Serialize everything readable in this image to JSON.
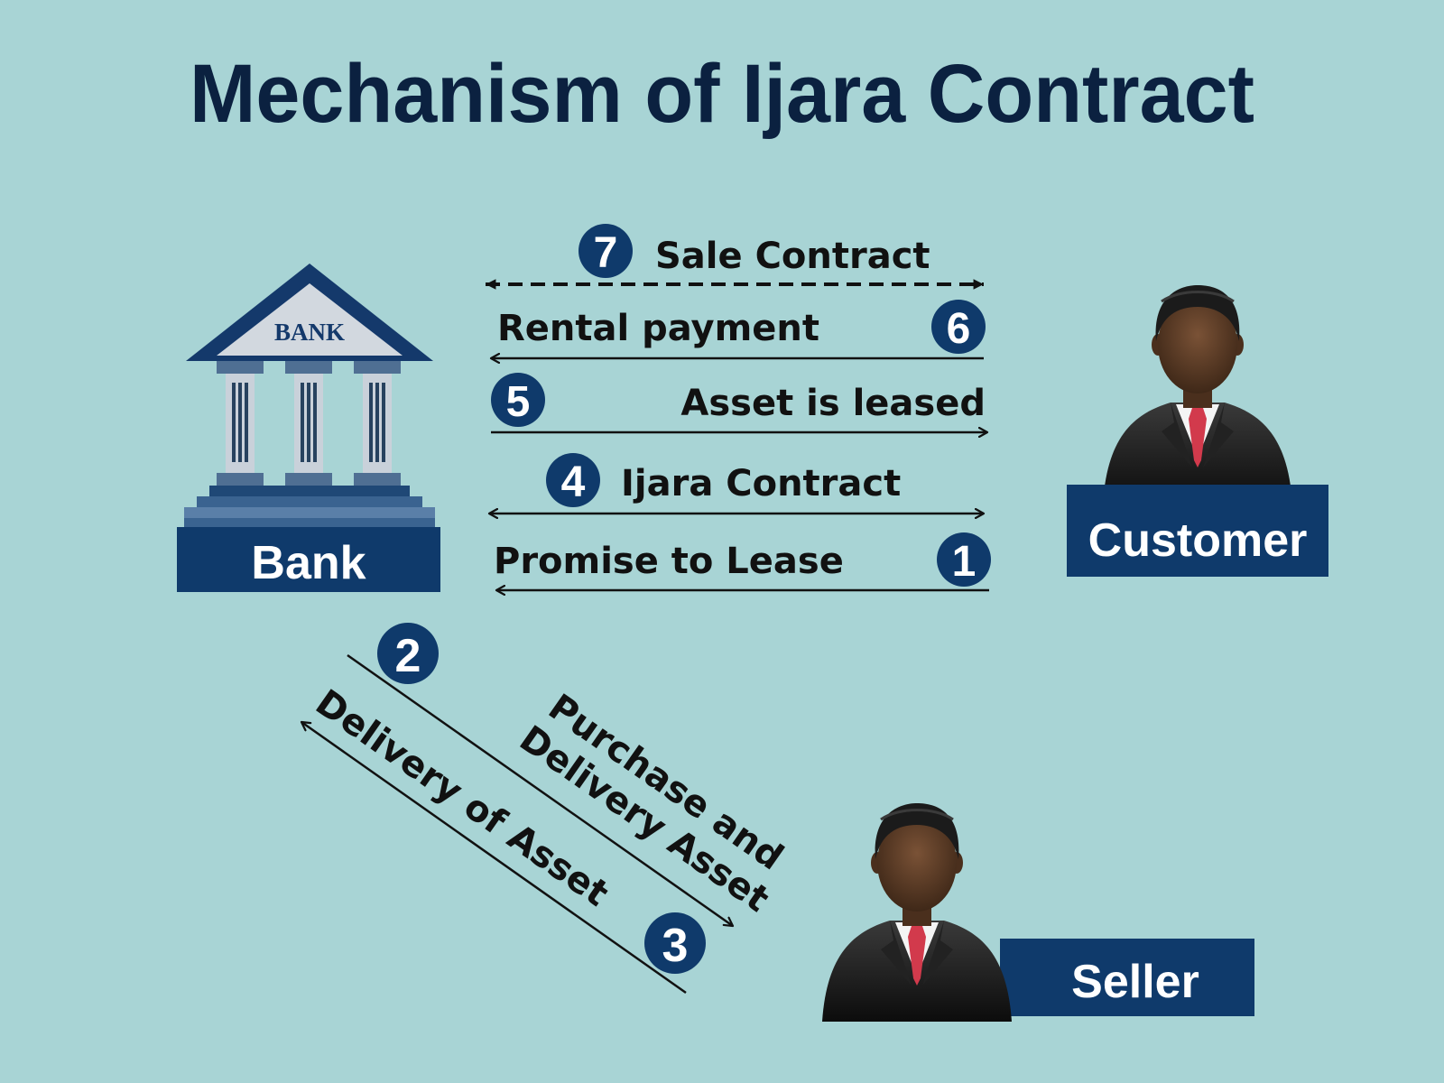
{
  "title": "Mechanism of Ijara Contract",
  "parties": {
    "bank": {
      "label": "Bank",
      "pediment_text": "BANK"
    },
    "customer": {
      "label": "Customer"
    },
    "seller": {
      "label": "Seller"
    }
  },
  "flows": {
    "sale_contract": {
      "step": "7",
      "label": "Sale Contract"
    },
    "rental_payment": {
      "step": "6",
      "label": "Rental payment"
    },
    "asset_leased": {
      "step": "5",
      "label": "Asset is leased"
    },
    "ijara_contract": {
      "step": "4",
      "label": "Ijara Contract"
    },
    "promise_to_lease": {
      "step": "1",
      "label": "Promise to Lease"
    },
    "purchase": {
      "step": "2",
      "label_line1": "Purchase and",
      "label_line2": "Delivery Asset"
    },
    "delivery": {
      "step": "3",
      "label": "Delivery of Asset"
    }
  },
  "colors": {
    "background": "#a8d4d5",
    "navy": "#0f3a6b",
    "title": "#0b2140",
    "arrow": "#111111",
    "skin": "#5a3a26",
    "hair": "#1b1b1b",
    "suit": "#121212",
    "tie": "#d23a4c"
  }
}
